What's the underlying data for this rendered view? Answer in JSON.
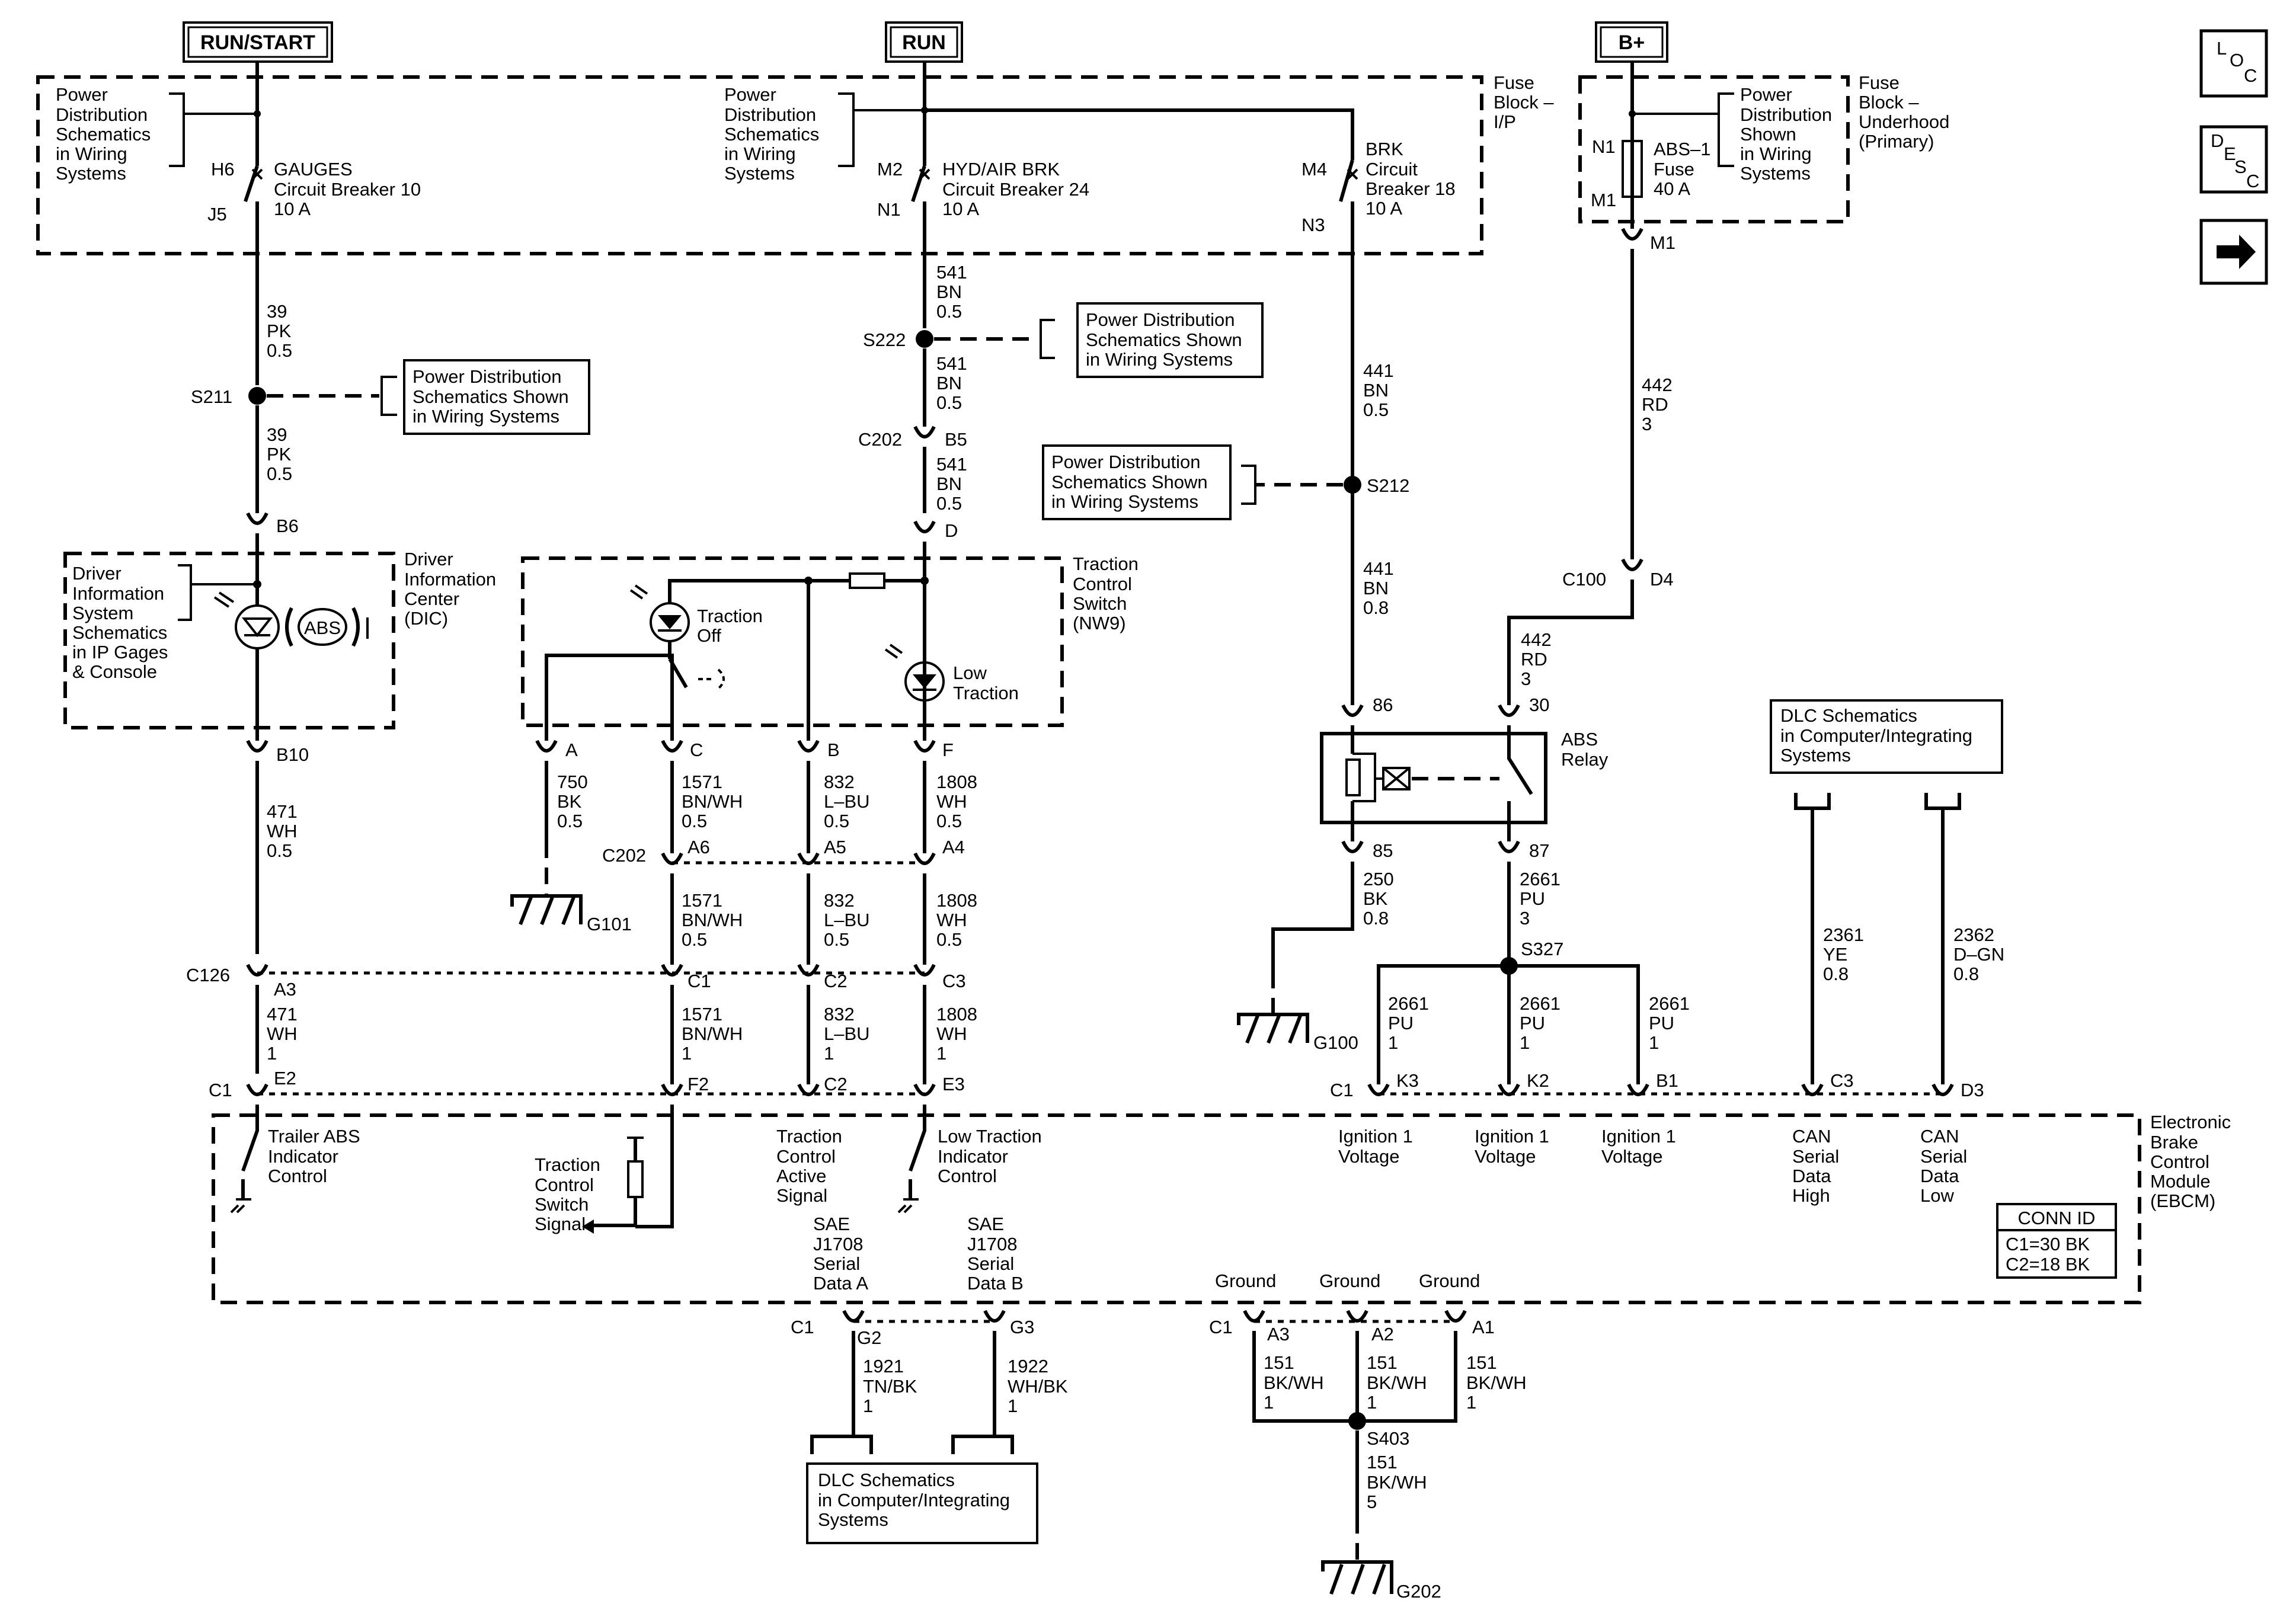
{
  "sources": {
    "run_start": "RUN/START",
    "run": "RUN",
    "bplus": "B+"
  },
  "nav": {
    "loc": [
      "L",
      "O",
      "C"
    ],
    "desc": [
      "D",
      "E",
      "S",
      "C"
    ]
  },
  "fuse_block_ip": [
    "Fuse",
    "Block –",
    "I/P"
  ],
  "fuse_block_uh": [
    "Fuse",
    "Block –",
    "Underhood",
    "(Primary)"
  ],
  "pd_schematics_short": [
    "Power",
    "Distribution",
    "Schematics",
    "in Wiring",
    "Systems"
  ],
  "pd_shown_4": [
    "Power",
    "Distribution",
    "Shown",
    "in Wiring",
    "Systems"
  ],
  "pd_shown_3": [
    "Power Distribution",
    "Schematics Shown",
    "in Wiring  Systems"
  ],
  "pd_shown_3b": [
    "Power Distribution",
    "Schematics Shown",
    "in Wiring  Systems"
  ],
  "pd_shown_3c": [
    "Power Distribution",
    "Schematics Shown",
    "in Wiring  Systems"
  ],
  "cb_gauges": {
    "in": "H6",
    "out": "J5",
    "lines": [
      "GAUGES",
      "Circuit Breaker 10",
      "10 A"
    ]
  },
  "cb_hyd": {
    "in": "M2",
    "out": "N1",
    "lines": [
      "HYD/AIR BRK",
      "Circuit Breaker 24",
      "10 A"
    ]
  },
  "cb_brk": {
    "in": "M4",
    "out": "N3",
    "lines": [
      "BRK",
      "Circuit",
      "Breaker 18",
      "10 A"
    ]
  },
  "fuse_abs": {
    "in": "N1",
    "out": "M1",
    "lines": [
      "ABS–1",
      "Fuse",
      "40 A"
    ]
  },
  "wires": {
    "w39a": [
      "39",
      "PK",
      "0.5"
    ],
    "w39b": [
      "39",
      "PK",
      "0.5"
    ],
    "w541a": [
      "541",
      "BN",
      "0.5"
    ],
    "w541b": [
      "541",
      "BN",
      "0.5"
    ],
    "w541c": [
      "541",
      "BN",
      "0.5"
    ],
    "w441a": [
      "441",
      "BN",
      "0.5"
    ],
    "w441b": [
      "441",
      "BN",
      "0.8"
    ],
    "w442a": [
      "442",
      "RD",
      "3"
    ],
    "w442b": [
      "442",
      "RD",
      "3"
    ],
    "w471a": [
      "471",
      "WH",
      "0.5"
    ],
    "w471b": [
      "471",
      "WH",
      "1"
    ],
    "w750": [
      "750",
      "BK",
      "0.5"
    ],
    "w1571a": [
      "1571",
      "BN/WH",
      "0.5"
    ],
    "w1571b": [
      "1571",
      "BN/WH",
      "0.5"
    ],
    "w1571c": [
      "1571",
      "BN/WH",
      "1"
    ],
    "w832a": [
      "832",
      "L–BU",
      "0.5"
    ],
    "w832b": [
      "832",
      "L–BU",
      "0.5"
    ],
    "w832c": [
      "832",
      "L–BU",
      "1"
    ],
    "w1808a": [
      "1808",
      "WH",
      "0.5"
    ],
    "w1808b": [
      "1808",
      "WH",
      "0.5"
    ],
    "w1808c": [
      "1808",
      "WH",
      "1"
    ],
    "w250": [
      "250",
      "BK",
      "0.8"
    ],
    "w2661a": [
      "2661",
      "PU",
      "3"
    ],
    "w2661b": [
      "2661",
      "PU",
      "1"
    ],
    "w2661c": [
      "2661",
      "PU",
      "1"
    ],
    "w2661d": [
      "2661",
      "PU",
      "1"
    ],
    "w2361": [
      "2361",
      "YE",
      "0.8"
    ],
    "w2362": [
      "2362",
      "D–GN",
      "0.8"
    ],
    "w1921": [
      "1921",
      "TN/BK",
      "1"
    ],
    "w1922": [
      "1922",
      "WH/BK",
      "1"
    ],
    "w151a": [
      "151",
      "BK/WH",
      "1"
    ],
    "w151b": [
      "151",
      "BK/WH",
      "1"
    ],
    "w151c": [
      "151",
      "BK/WH",
      "1"
    ],
    "w151d": [
      "151",
      "BK/WH",
      "5"
    ]
  },
  "splices": {
    "s211": "S211",
    "s222": "S222",
    "s212": "S212",
    "s327": "S327",
    "s403": "S403"
  },
  "connectors": {
    "c202": "C202",
    "b5": "B5",
    "d": "D",
    "b6": "B6",
    "b10": "B10",
    "c100": "C100",
    "d4": "D4",
    "m1": "M1",
    "a": "A",
    "c": "C",
    "b": "B",
    "f": "F",
    "c202b": "C202",
    "a6": "A6",
    "a5": "A5",
    "a4": "A4",
    "c126": "C126",
    "a3": "A3",
    "c1a": "C1",
    "c2a": "C2",
    "c3a": "C3",
    "c1b": "C1",
    "e2": "E2",
    "f2": "F2",
    "c2b": "C2",
    "e3": "E3",
    "c1c": "C1",
    "k3": "K3",
    "k2": "K2",
    "b1": "B1",
    "c3b": "C3",
    "d3": "D3",
    "c1d": "C1",
    "g2": "G2",
    "g3": "G3",
    "c1e": "C1",
    "a3b": "A3",
    "a2": "A2",
    "a1": "A1",
    "r86": "86",
    "r30": "30",
    "r85": "85",
    "r87": "87"
  },
  "grounds": {
    "g101": "G101",
    "g100": "G100",
    "g202": "G202"
  },
  "dic": {
    "label": [
      "Driver",
      "Information",
      "Center",
      "(DIC)"
    ],
    "ref": [
      "Driver",
      "Information",
      "System",
      "Schematics",
      "in IP Gages",
      "& Console"
    ],
    "abs": "ABS"
  },
  "tcs": {
    "label": [
      "Traction",
      "Control",
      "Switch",
      "(NW9)"
    ],
    "off": [
      "Traction",
      "Off"
    ],
    "low": [
      "Low",
      "Traction"
    ]
  },
  "relay": {
    "label": [
      "ABS",
      "Relay"
    ]
  },
  "dlc_top": [
    "DLC Schematics",
    "in Computer/Integrating",
    "Systems"
  ],
  "dlc_bottom": [
    "DLC Schematics",
    "in Computer/Integrating",
    "Systems"
  ],
  "ebcm": {
    "label": [
      "Electronic",
      "Brake",
      "Control",
      "Module",
      "(EBCM)"
    ],
    "conn_id": {
      "title": "CONN ID",
      "rows": [
        "C1=30 BK",
        "C2=18 BK"
      ]
    },
    "trailer": [
      "Trailer ABS",
      "Indicator",
      "Control"
    ],
    "tcs_signal": [
      "Traction",
      "Control",
      "Switch",
      "Signal"
    ],
    "tca_signal": [
      "Traction",
      "Control",
      "Active",
      "Signal"
    ],
    "low_ind": [
      "Low Traction",
      "Indicator",
      "Control"
    ],
    "ign1": [
      "Ignition 1",
      "Voltage"
    ],
    "ign2": [
      "Ignition 1",
      "Voltage"
    ],
    "ign3": [
      "Ignition 1",
      "Voltage"
    ],
    "can_hi": [
      "CAN",
      "Serial",
      "Data",
      "High"
    ],
    "can_lo": [
      "CAN",
      "Serial",
      "Data",
      "Low"
    ],
    "sae_a": [
      "SAE",
      "J1708",
      "Serial",
      "Data A"
    ],
    "sae_b": [
      "SAE",
      "J1708",
      "Serial",
      "Data B"
    ],
    "gnd1": "Ground",
    "gnd2": "Ground",
    "gnd3": "Ground"
  }
}
